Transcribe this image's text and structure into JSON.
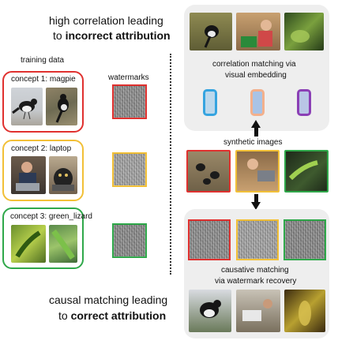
{
  "top_caption": {
    "line1": "high correlation leading",
    "line2_prefix": "to ",
    "line2_bold": "incorrect attribution"
  },
  "bottom_caption": {
    "line1": "causal matching leading",
    "line2_prefix": "to ",
    "line2_bold": "correct attribution"
  },
  "training_label": "training data",
  "watermarks_label": "watermarks",
  "concepts": [
    {
      "label": "concept 1: magpie",
      "color": "#e0312f"
    },
    {
      "label": "concept 2: laptop",
      "color": "#f2c037"
    },
    {
      "label": "concept 3: green_lizard",
      "color": "#2fa84a"
    }
  ],
  "right_top_panel": {
    "label_line1": "correlation matching via",
    "label_line2": "visual embedding"
  },
  "embedding_colors": [
    "#35a4e0",
    "#f3b08c",
    "#8b3fb5"
  ],
  "synthetic_label": "synthetic images",
  "right_bottom_panel": {
    "label_line1": "causative matching",
    "label_line2": "via watermark recovery"
  }
}
